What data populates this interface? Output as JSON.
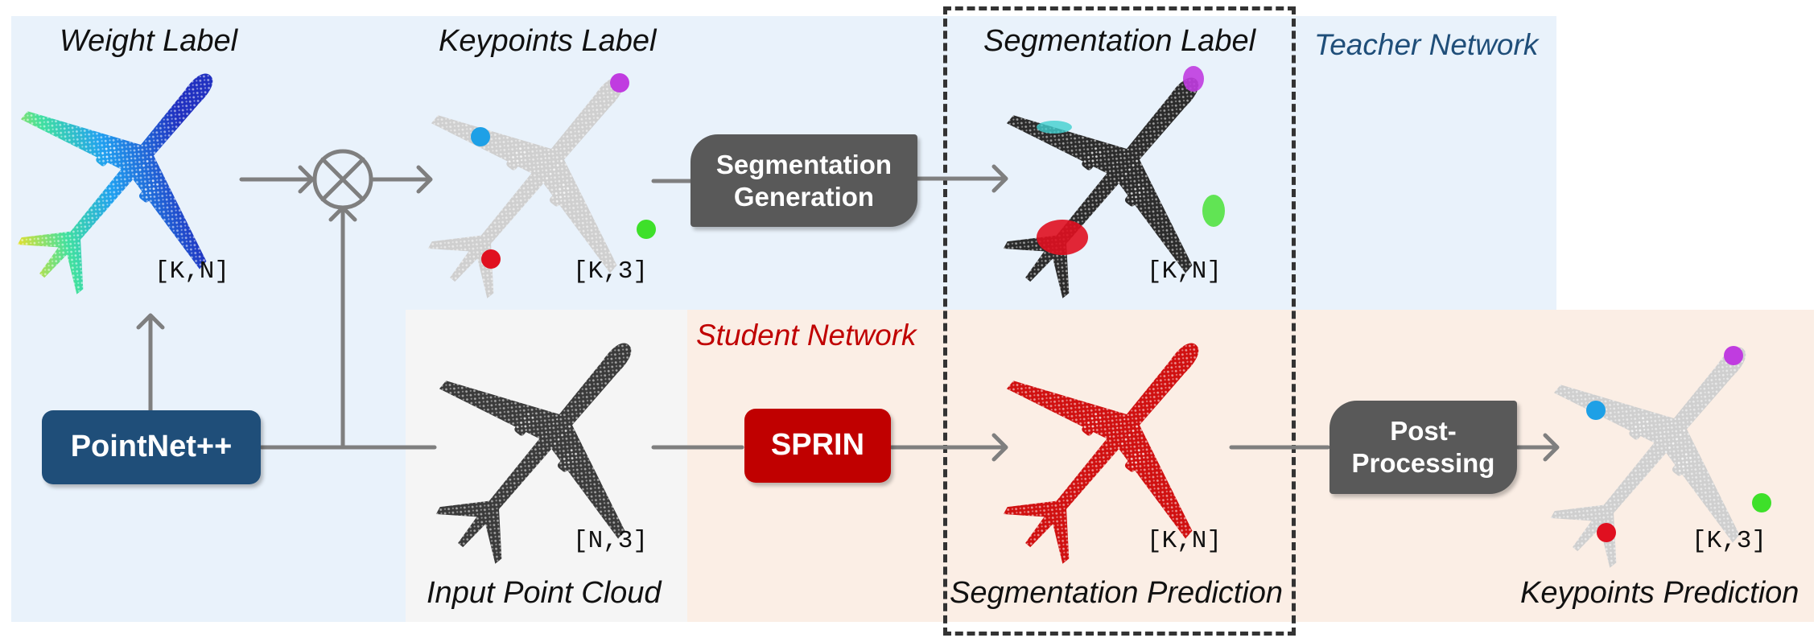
{
  "title": "",
  "labels": {
    "weight_label": "Weight Label",
    "keypoints_label": "Keypoints Label",
    "segmentation_label": "Segmentation Label",
    "teacher_network": "Teacher Network",
    "student_network": "Student Network",
    "input_point_cloud": "Input Point Cloud",
    "segmentation_prediction": "Segmentation Prediction",
    "keypoints_prediction": "Keypoints Prediction"
  },
  "dims": {
    "weight": "[K,N]",
    "keypoints": "[K,3]",
    "segmentation": "[K,N]",
    "input": "[N,3]",
    "seg_pred": "[K,N]",
    "kp_pred": "[K,3]"
  },
  "boxes": {
    "pointnet": "PointNet++",
    "segmentation_generation": "Segmentation Generation",
    "sprin": "SPRIN",
    "post_processing": "Post-Processing"
  },
  "colors": {
    "teacher_bg": "#e9f2fb",
    "student_bg": "#fbeee5",
    "input_bg": "#f5f5f5",
    "pointnet": "#1f4e79",
    "sprin": "#c00000",
    "dark_box": "#595959",
    "teacher_text": "#1f4e79",
    "student_text": "#c00000",
    "arrow": "#7f7f7f",
    "keypoint_purple": "#c03ce0",
    "keypoint_blue": "#1ea0e6",
    "keypoint_green": "#3ee02a",
    "keypoint_red": "#e01020"
  }
}
